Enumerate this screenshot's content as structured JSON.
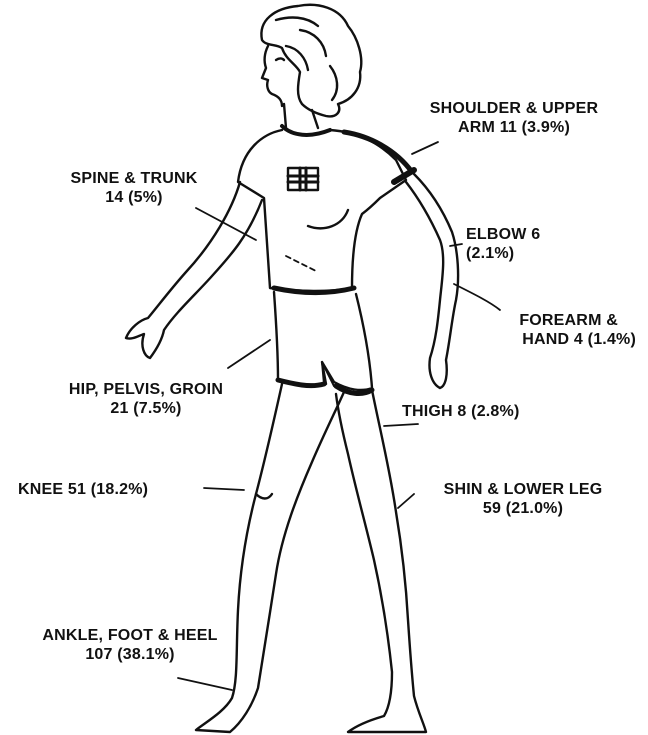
{
  "colors": {
    "ink": "#111111",
    "background": "#ffffff"
  },
  "labels": {
    "shoulder": {
      "line1": "SHOULDER & UPPER",
      "line2": "ARM  11 (3.9%)"
    },
    "spine": {
      "line1": "SPINE & TRUNK",
      "line2": "14 (5%)"
    },
    "elbow": {
      "line1": "ELBOW  6",
      "line2": "(2.1%)"
    },
    "forearm": {
      "line1": "FOREARM &",
      "line2": "HAND 4 (1.4%)"
    },
    "hip": {
      "line1": "HIP, PELVIS, GROIN",
      "line2": "21 (7.5%)"
    },
    "thigh": {
      "line1": "THIGH  8 (2.8%)"
    },
    "knee": {
      "line1": "KNEE  51 (18.2%)"
    },
    "shin": {
      "line1": "SHIN & LOWER LEG",
      "line2": "59 (21.0%)"
    },
    "ankle": {
      "line1": "ANKLE, FOOT & HEEL",
      "line2": "107 (38.1%)"
    }
  }
}
